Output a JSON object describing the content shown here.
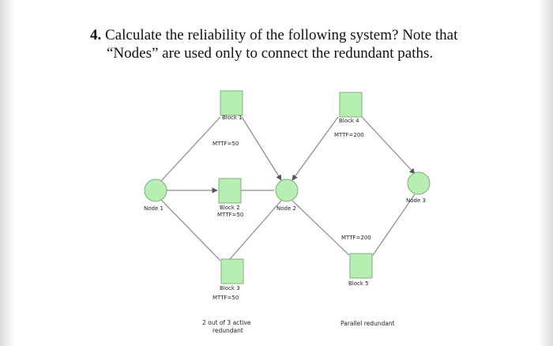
{
  "question": {
    "number": "4.",
    "line1": "Calculate the reliability of the following system? Note that",
    "line2": "“Nodes” are used only to connect the redundant paths."
  },
  "diagram": {
    "colors": {
      "block_fill": "#b7efb3",
      "block_stroke": "#7fb07f",
      "line": "#777777"
    },
    "nodes": {
      "node1": "Node 1",
      "node2": "Node 2",
      "node3": "Node 3"
    },
    "blocks": {
      "block1": {
        "name": "Block 1",
        "mttf": "MTTF=50"
      },
      "block2": {
        "name": "Block 2",
        "mttf": "MTTF=50"
      },
      "block3": {
        "name": "Block 3",
        "mttf": "MTTF=50"
      },
      "block4": {
        "name": "Block 4",
        "mttf": "MTTF=200"
      },
      "block5": {
        "name": "Block 5",
        "mttf": "MTTF=200"
      }
    },
    "notes": {
      "left_line1": "2 out of 3 active",
      "left_line2": "redundant",
      "right": "Parallel redundant"
    }
  }
}
